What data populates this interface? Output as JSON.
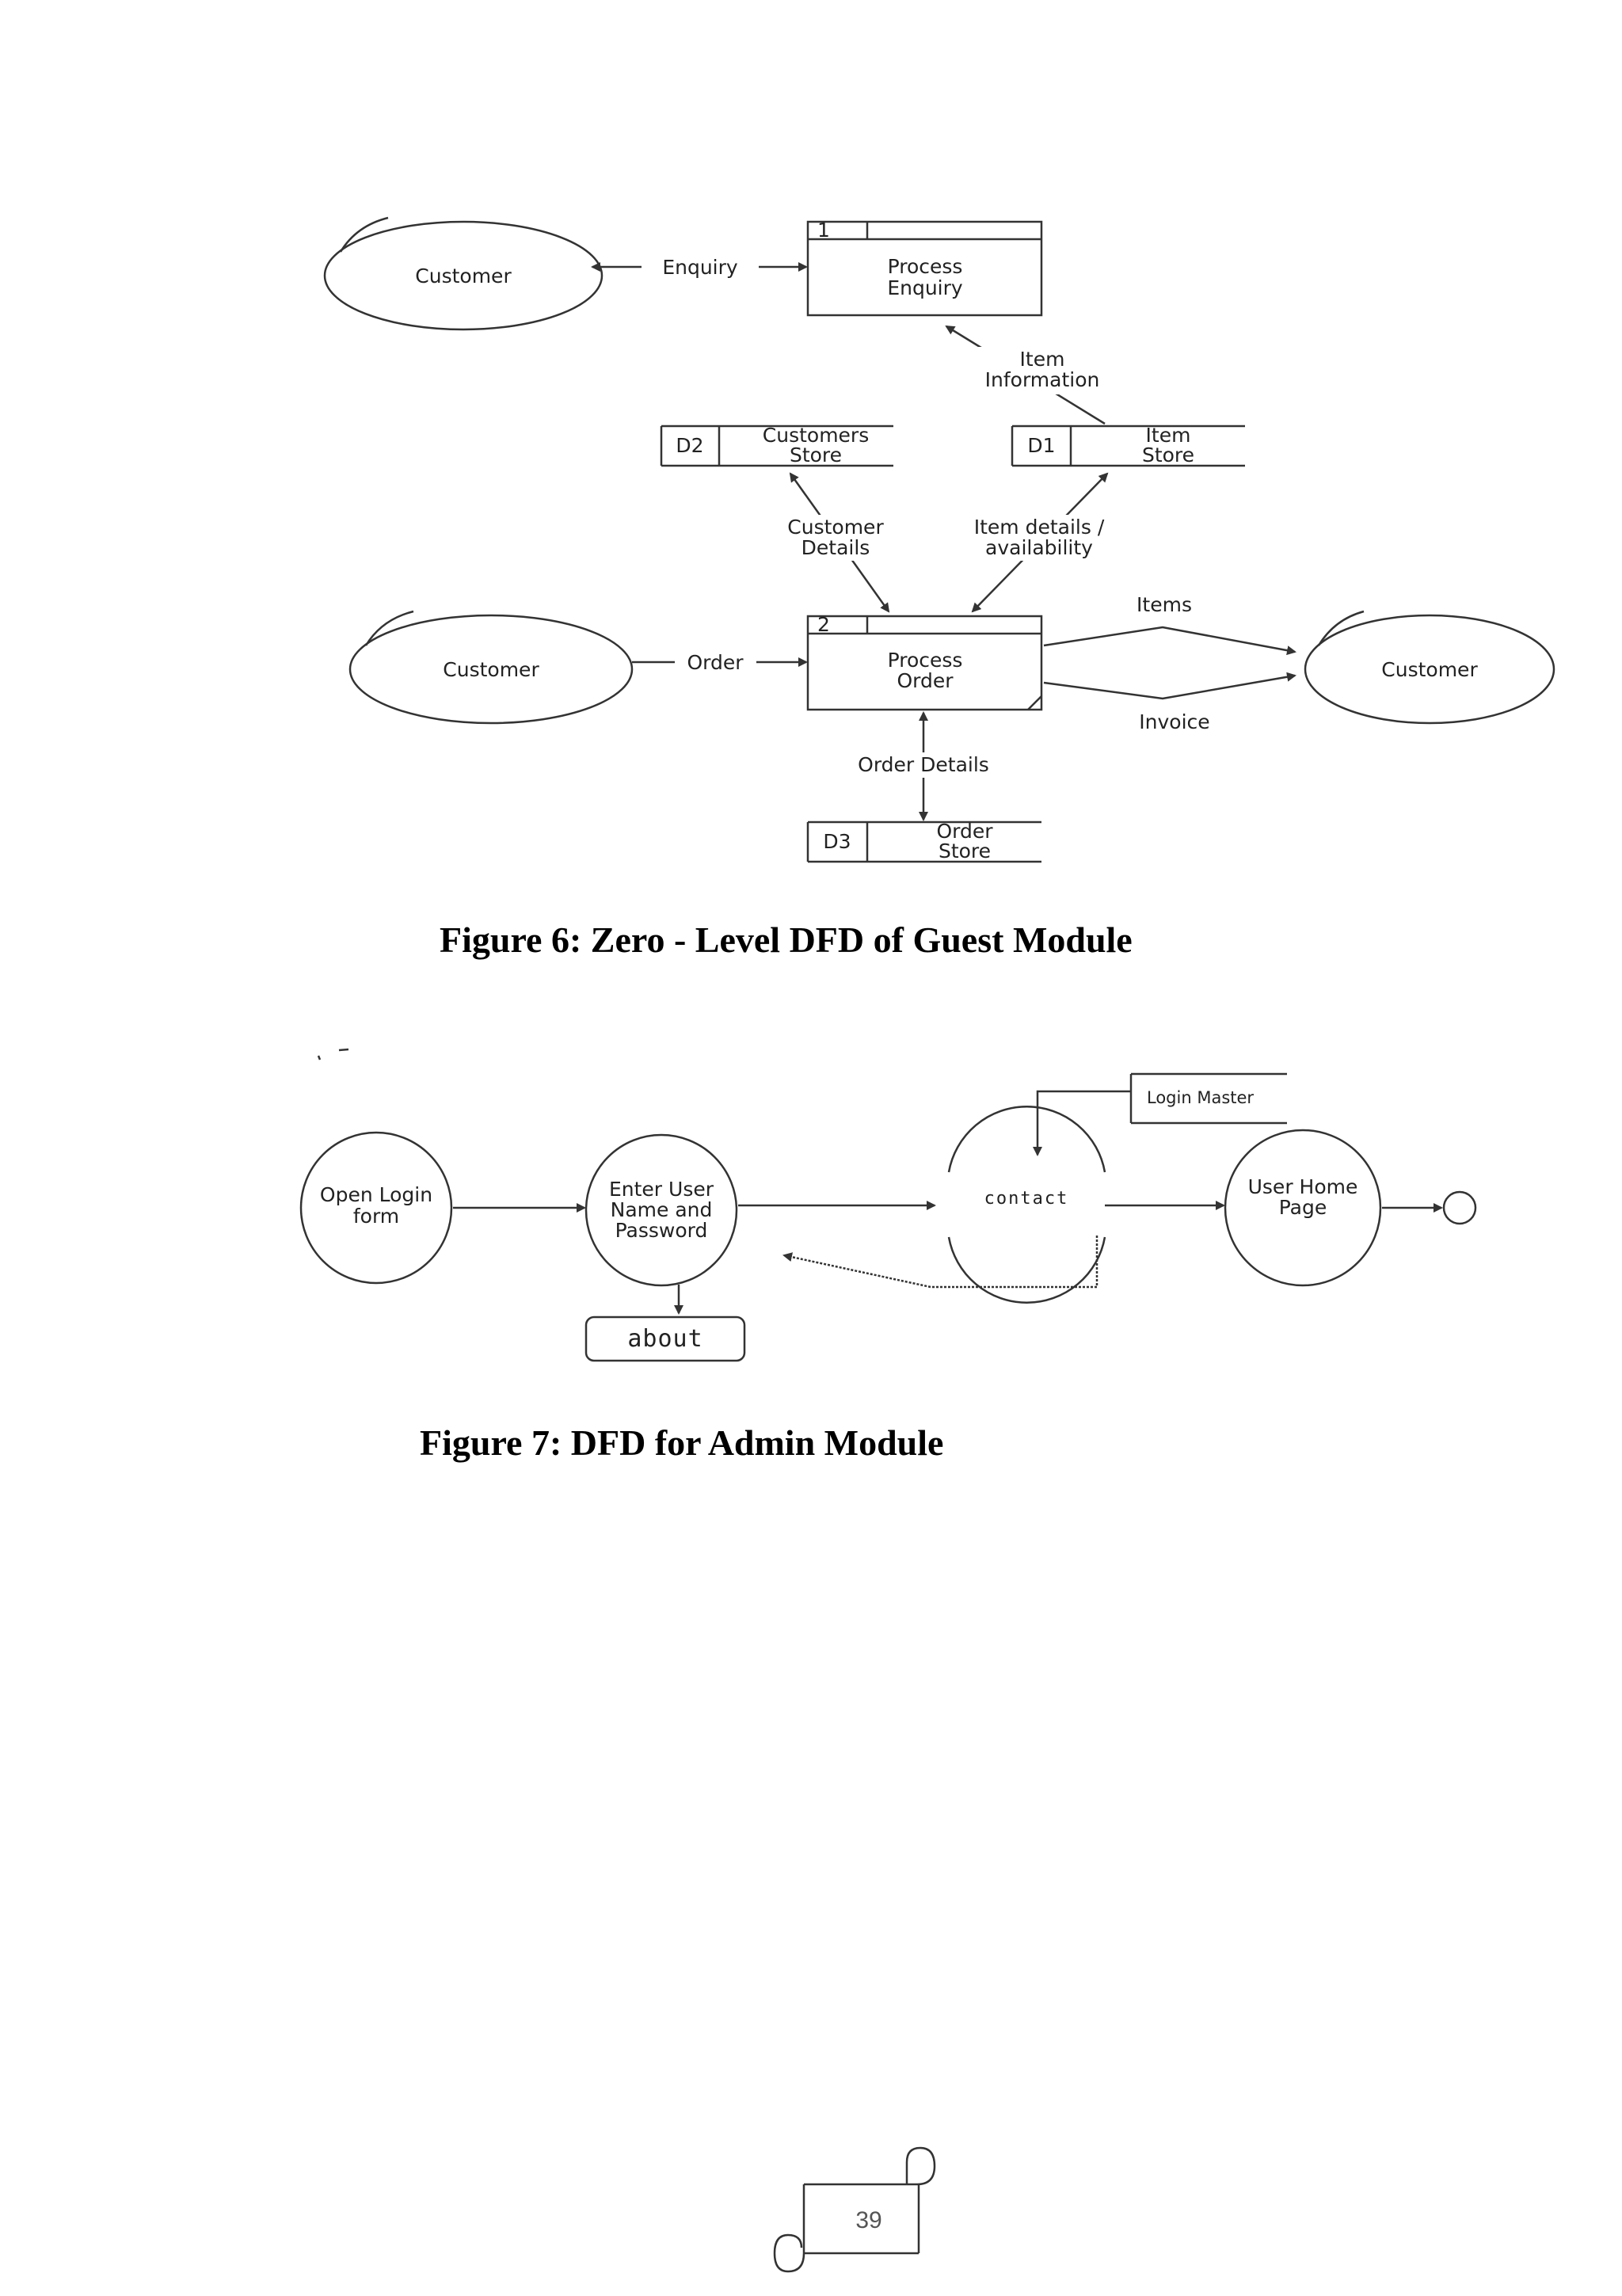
{
  "figure6": {
    "caption": "Figure 6: Zero - Level DFD of Guest Module",
    "entities": {
      "customer_top": "Customer",
      "customer_left": "Customer",
      "customer_right": "Customer"
    },
    "processes": {
      "p1": {
        "number": "1",
        "line1": "Process",
        "line2": "Enquiry"
      },
      "p2": {
        "number": "2",
        "line1": "Process",
        "line2": "Order"
      }
    },
    "stores": {
      "d2": {
        "id": "D2",
        "line1": "Customers",
        "line2": "Store"
      },
      "d1": {
        "id": "D1",
        "line1": "Item",
        "line2": "Store"
      },
      "d3": {
        "id": "D3",
        "line1": "Order",
        "line2": "Store"
      }
    },
    "flows": {
      "enquiry": "Enquiry",
      "item_info_1": "Item",
      "item_info_2": "Information",
      "customer_details_1": "Customer",
      "customer_details_2": "Details",
      "item_details_1": "Item details /",
      "item_details_2": "availability",
      "order": "Order",
      "items": "Items",
      "invoice": "Invoice",
      "order_details": "Order Details"
    }
  },
  "figure7": {
    "caption": "Figure 7: DFD for Admin Module",
    "nodes": {
      "open_login_1": "Open Login",
      "open_login_2": "form",
      "enter_user_1": "Enter User",
      "enter_user_2": "Name and",
      "enter_user_3": "Password",
      "contact": "contact",
      "user_home_1": "User Home",
      "user_home_2": "Page",
      "about": "about",
      "login_master": "Login Master"
    }
  },
  "footer": {
    "page_number": "39"
  }
}
